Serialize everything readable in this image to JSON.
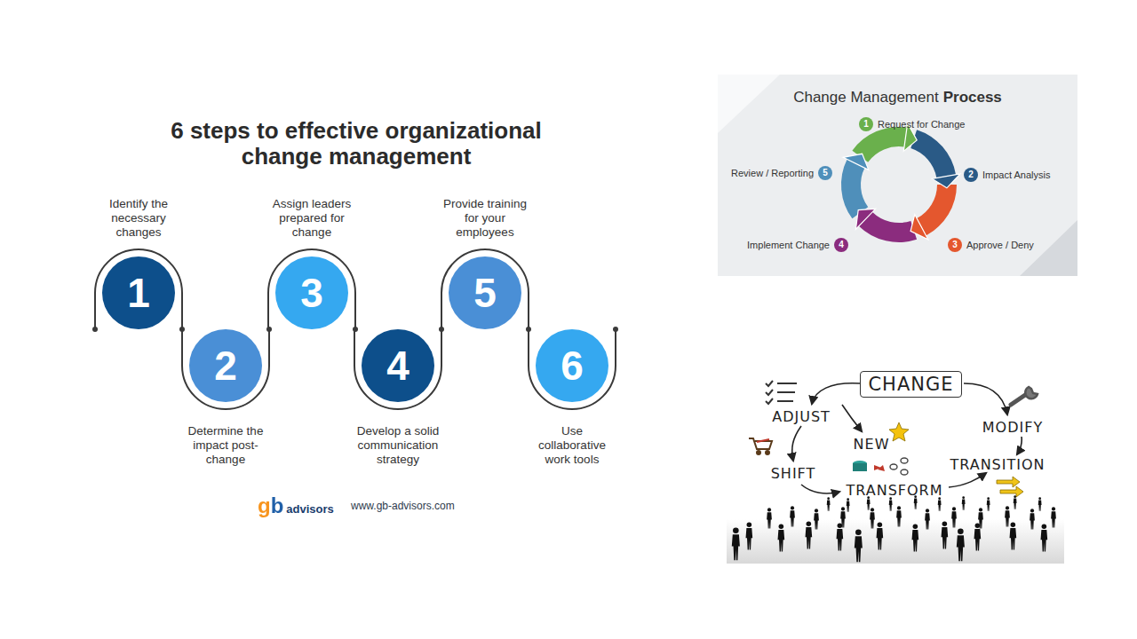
{
  "diagram": {
    "title": "6 steps to effective organizational change management",
    "nodes": [
      {
        "text": [
          "1",
          "Identify the necessary changes"
        ]
      },
      {
        "text": [
          "2",
          "Determine the impact post-change"
        ]
      },
      {
        "text": [
          "3",
          "Assign leaders prepared for change"
        ]
      },
      {
        "text": [
          "4",
          "Develop a solid communication strategy"
        ]
      },
      {
        "text": [
          "5",
          "Provide training for your employees"
        ]
      },
      {
        "text": [
          "6",
          "Use collaborative work tools"
        ]
      },
      {
        "text": [
          "1",
          "Request for Change"
        ]
      },
      {
        "text": [
          "2",
          "Impact Analysis"
        ]
      },
      {
        "text": [
          "3",
          "Approve / Deny"
        ]
      },
      {
        "text": [
          "4",
          "Implement Change"
        ]
      },
      {
        "text": [
          "5",
          "Review / Reporting"
        ]
      },
      {
        "text": [
          "CHANGE"
        ]
      }
    ],
    "edges": [
      {
        "from": 0,
        "to": 1,
        "arrow": "none"
      },
      {
        "from": 1,
        "to": 2,
        "arrow": "none"
      },
      {
        "from": 2,
        "to": 3,
        "arrow": "none"
      },
      {
        "from": 3,
        "to": 4,
        "arrow": "none"
      },
      {
        "from": 4,
        "to": 5,
        "arrow": "none"
      }
    ],
    "labels": [
      "Change Management",
      "Process",
      "ADJUST",
      "NEW",
      "MODIFY",
      "SHIFT",
      "TRANSITION",
      "TRANSFORM",
      "gb",
      "advisors",
      "www.gb-advisors.com"
    ]
  }
}
